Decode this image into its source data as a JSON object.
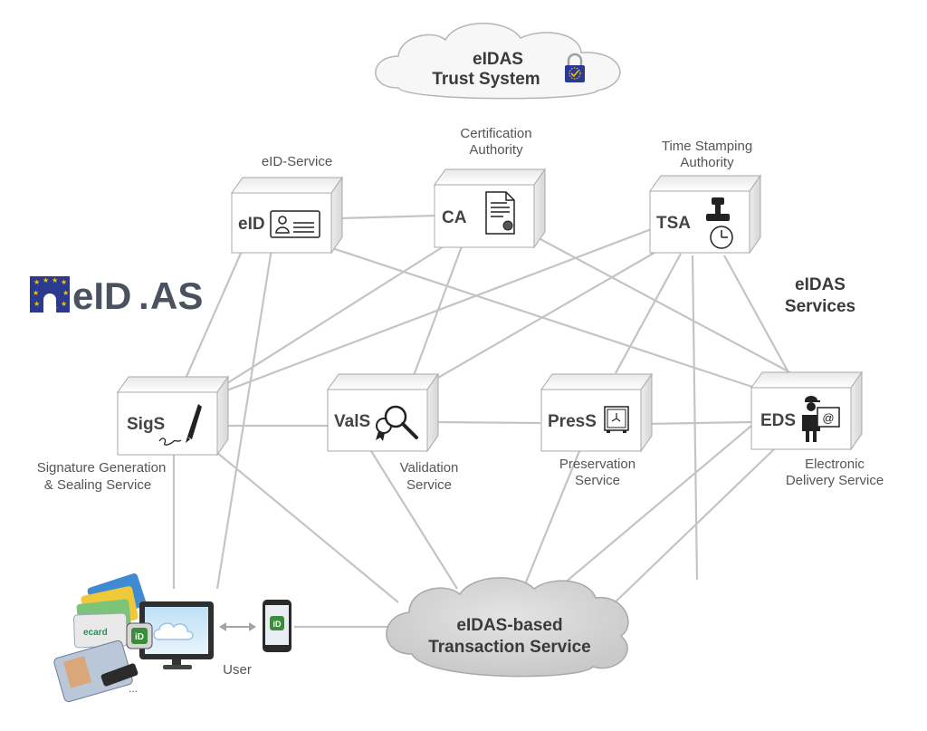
{
  "trust_system": {
    "line1": "eIDAS",
    "line2": "Trust System"
  },
  "logo": {
    "text": "eID",
    "dot": ".",
    "text2": "AS"
  },
  "services_title": {
    "line1": "eIDAS",
    "line2": "Services"
  },
  "nodes": {
    "eid": {
      "code": "eID",
      "label1": "eID-Service",
      "label2": ""
    },
    "ca": {
      "code": "CA",
      "label1": "Certification",
      "label2": "Authority"
    },
    "tsa": {
      "code": "TSA",
      "label1": "Time Stamping",
      "label2": "Authority"
    },
    "sigs": {
      "code": "SigS",
      "label1": "Signature Generation",
      "label2": "& Sealing Service"
    },
    "vals": {
      "code": "ValS",
      "label1": "Validation",
      "label2": "Service"
    },
    "press": {
      "code": "PresS",
      "label1": "Preservation",
      "label2": "Service"
    },
    "eds": {
      "code": "EDS",
      "label1": "Electronic",
      "label2": "Delivery Service"
    }
  },
  "transaction": {
    "line1": "eIDAS-based",
    "line2": "Transaction Service"
  },
  "user": {
    "label": "User",
    "ellipsis": "...",
    "card_text": "ecard"
  },
  "colors": {
    "line": "#c4c4c4",
    "box_front": "#ffffff",
    "box_side": "#e6e6e6",
    "box_top": "#f2f2f2",
    "cloud_grey": "#cfcfcf",
    "eu_blue": "#2b3a8f",
    "eu_yellow": "#f2c500"
  }
}
